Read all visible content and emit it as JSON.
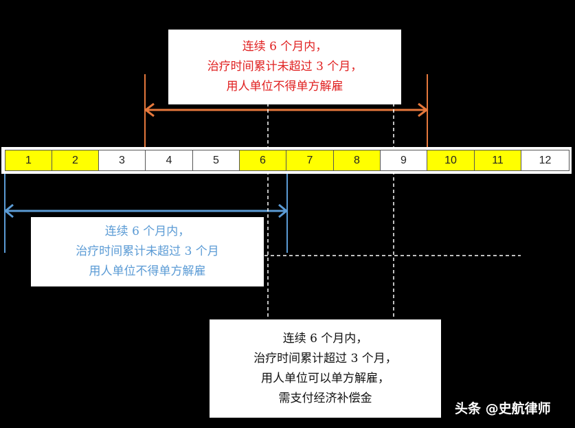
{
  "colors": {
    "highlight": "#ffff00",
    "plain": "#ffffff",
    "orange": "#e6783c",
    "blue": "#5b9bd5",
    "red": "#e02020",
    "dark": "#111111"
  },
  "months": [
    {
      "label": "1",
      "highlighted": true
    },
    {
      "label": "2",
      "highlighted": true
    },
    {
      "label": "3",
      "highlighted": false
    },
    {
      "label": "4",
      "highlighted": false
    },
    {
      "label": "5",
      "highlighted": false
    },
    {
      "label": "6",
      "highlighted": true
    },
    {
      "label": "7",
      "highlighted": true
    },
    {
      "label": "8",
      "highlighted": true
    },
    {
      "label": "9",
      "highlighted": false
    },
    {
      "label": "10",
      "highlighted": true
    },
    {
      "label": "11",
      "highlighted": true
    },
    {
      "label": "12",
      "highlighted": false
    }
  ],
  "top_box": {
    "lines": [
      "连续 6 个月内，",
      "治疗时间累计未超过 3 个月，",
      "用人单位不得单方解雇"
    ]
  },
  "left_box": {
    "lines": [
      "连续 6 个月内，",
      "治疗时间累计未超过 3 个月",
      "用人单位不得单方解雇"
    ]
  },
  "bottom_box": {
    "lines": [
      "连续 6 个月内，",
      "治疗时间累计超过 3 个月，",
      "用人单位可以单方解雇，",
      "需支付经济补偿金"
    ]
  },
  "watermark": "头条 @史航律师"
}
